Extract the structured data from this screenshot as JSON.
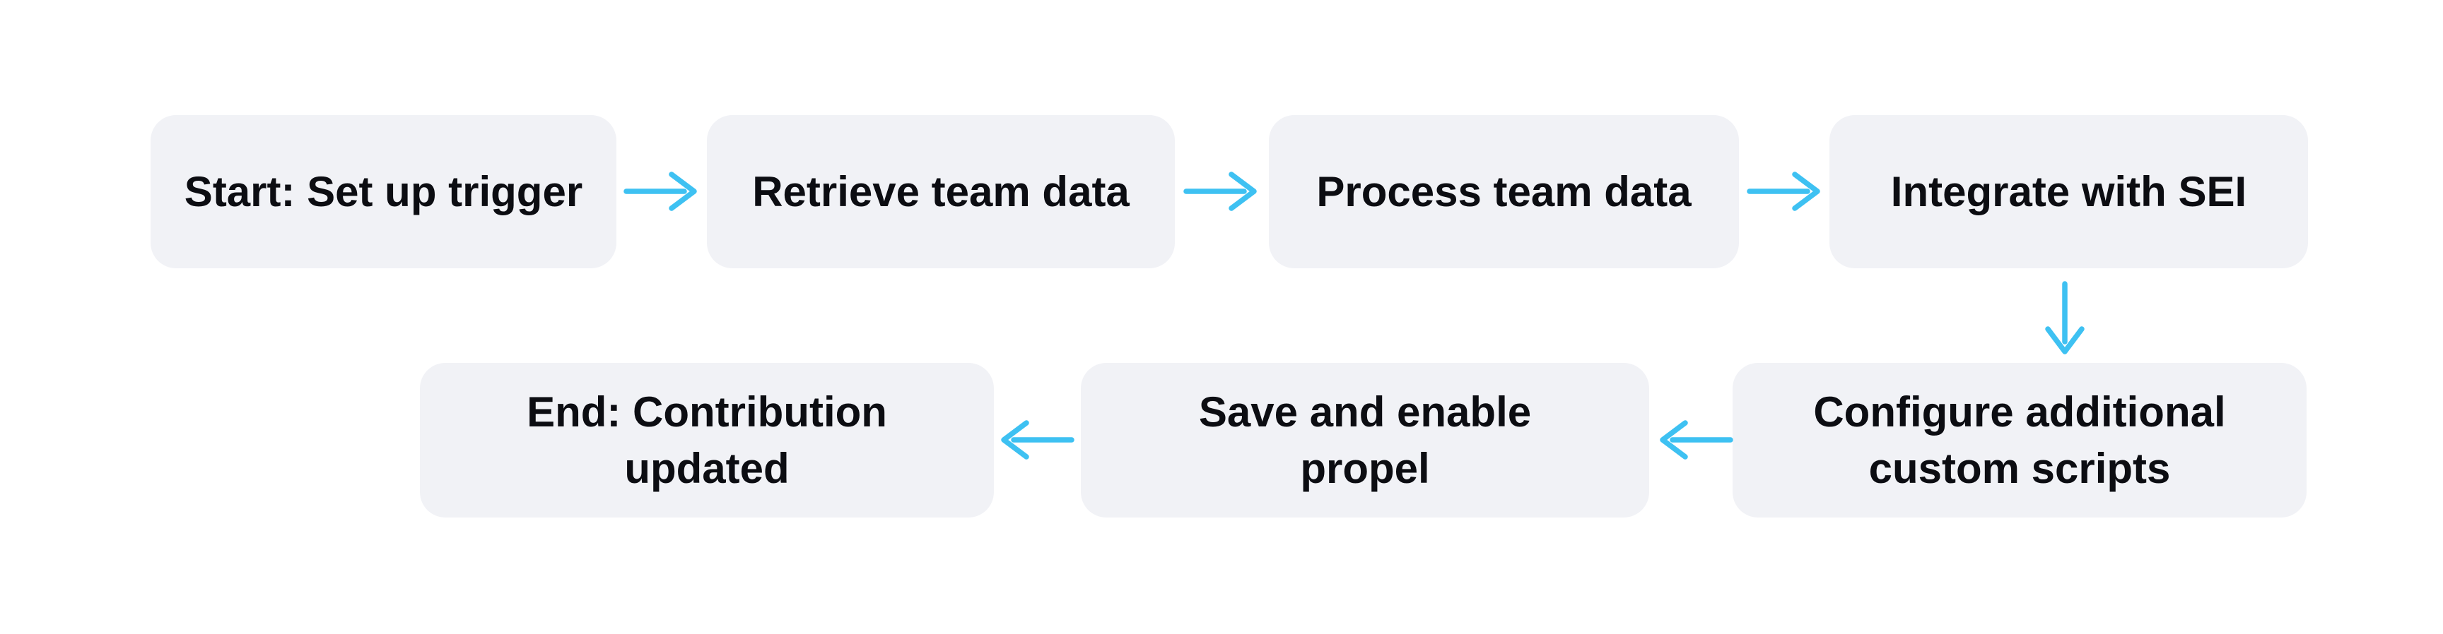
{
  "colors": {
    "background": "#FFFFFF",
    "node_fill": "#F1F2F6",
    "node_text": "#0C0D12",
    "arrow": "#3EC1F2"
  },
  "flowchart": {
    "nodes": [
      {
        "id": "start",
        "label": "Start: Set up trigger"
      },
      {
        "id": "retrieve",
        "label": "Retrieve team data"
      },
      {
        "id": "process",
        "label": "Process team data"
      },
      {
        "id": "integrate",
        "label": "Integrate with SEI"
      },
      {
        "id": "configure",
        "label": "Configure additional custom scripts"
      },
      {
        "id": "save",
        "label": "Save and enable propel"
      },
      {
        "id": "end",
        "label": "End: Contribution updated"
      }
    ],
    "edges": [
      {
        "from": "start",
        "to": "retrieve",
        "icon": "arrow-right-icon"
      },
      {
        "from": "retrieve",
        "to": "process",
        "icon": "arrow-right-icon"
      },
      {
        "from": "process",
        "to": "integrate",
        "icon": "arrow-right-icon"
      },
      {
        "from": "integrate",
        "to": "configure",
        "icon": "arrow-down-icon"
      },
      {
        "from": "configure",
        "to": "save",
        "icon": "arrow-left-icon"
      },
      {
        "from": "save",
        "to": "end",
        "icon": "arrow-left-icon"
      }
    ]
  }
}
